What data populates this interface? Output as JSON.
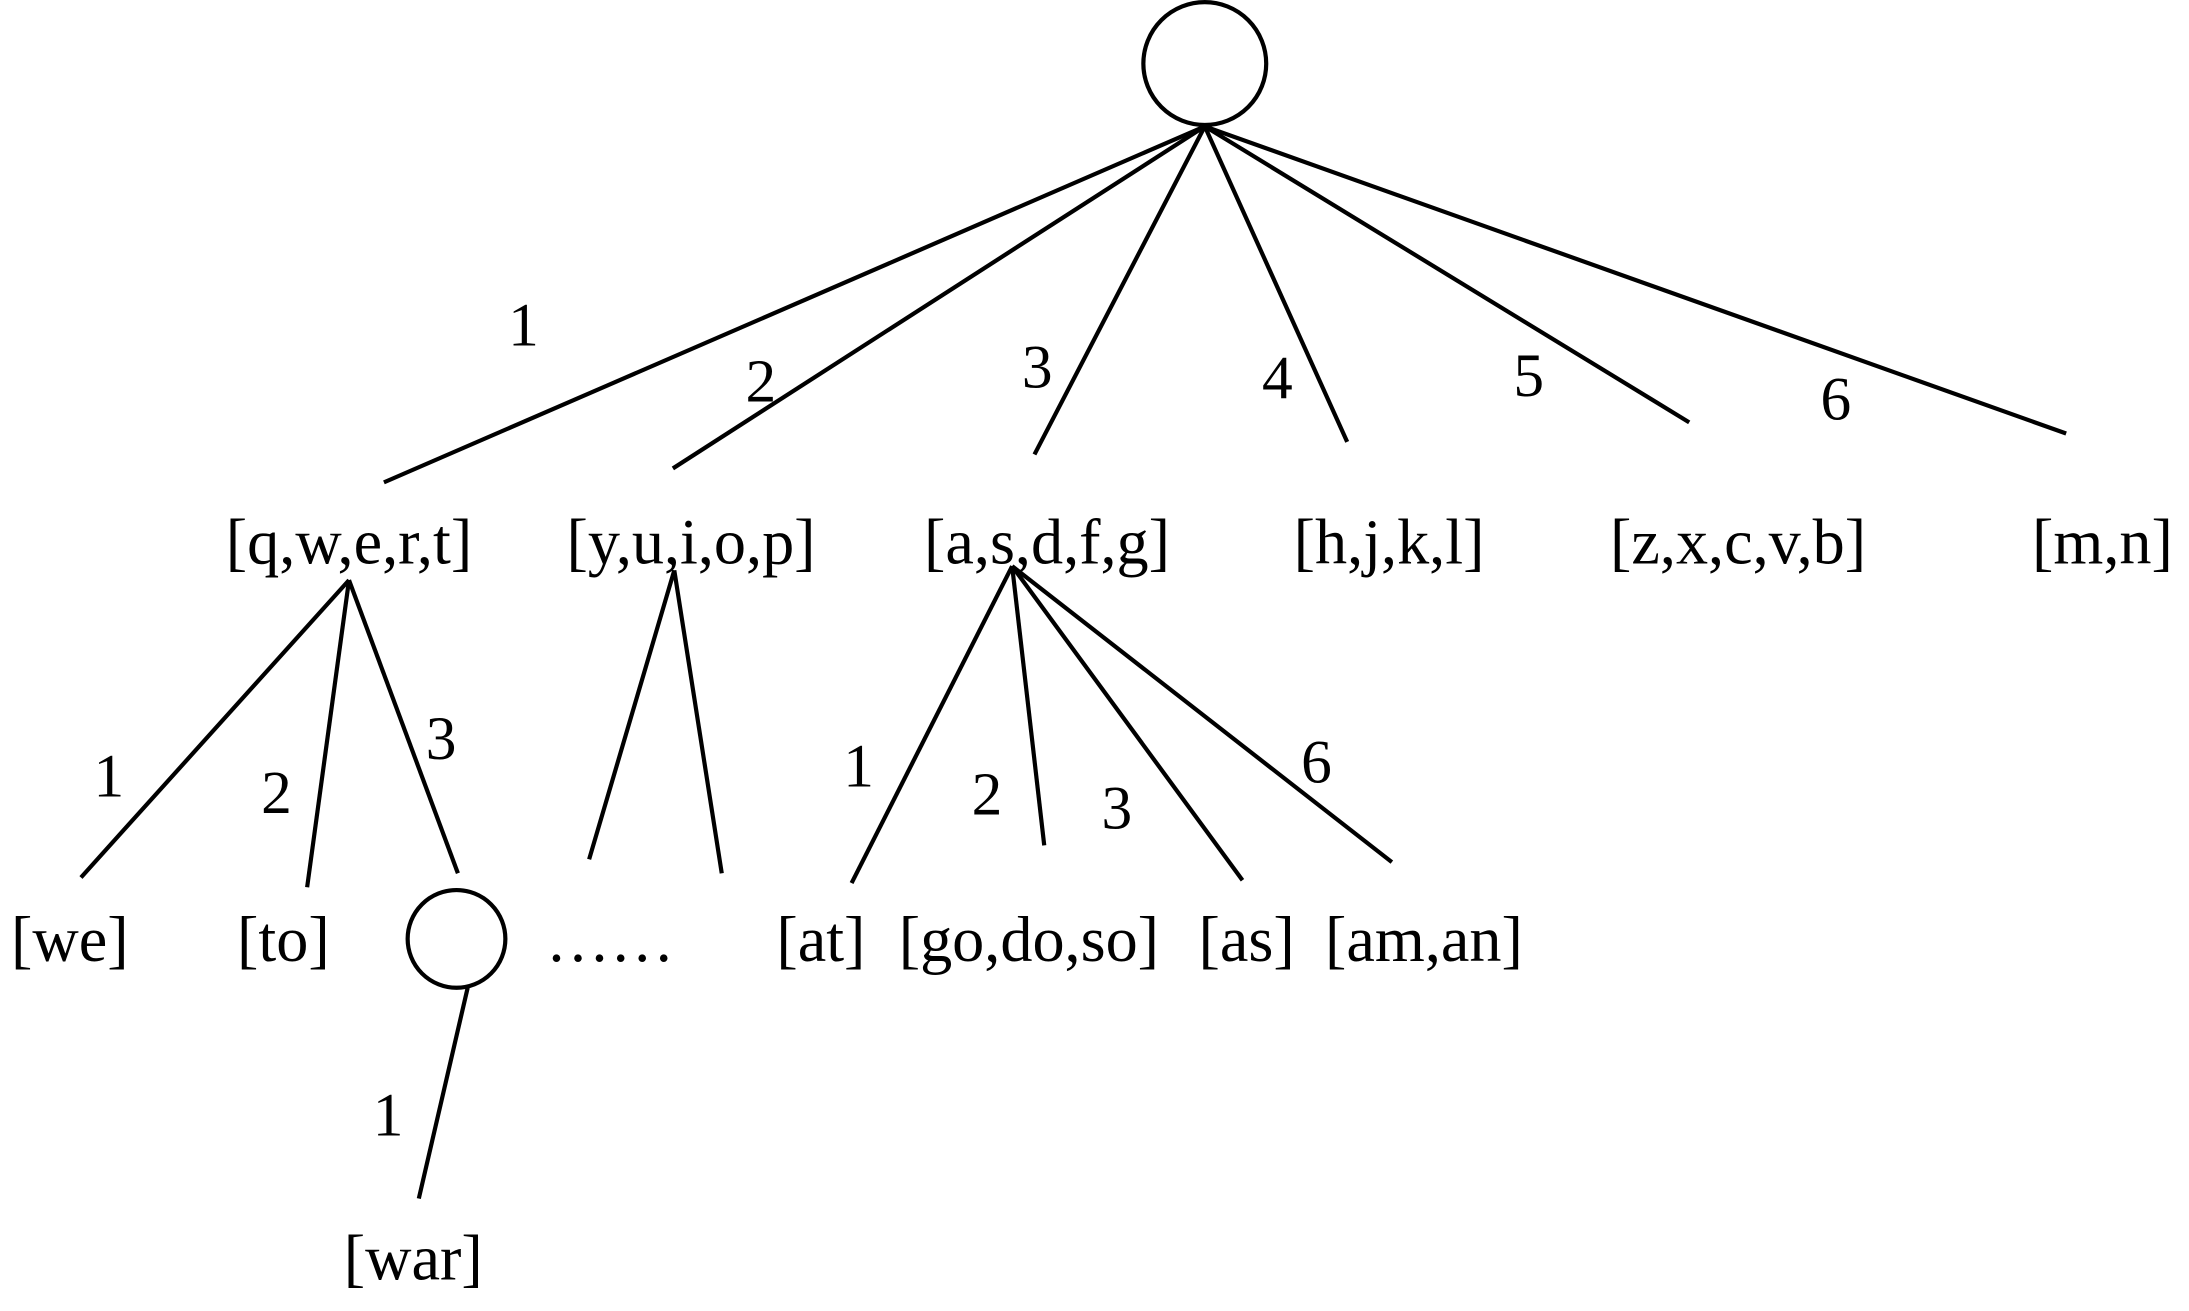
{
  "root": {
    "label": ""
  },
  "level1": [
    {
      "label": "[q,w,e,r,t]",
      "edge": "1"
    },
    {
      "label": "[y,u,i,o,p]",
      "edge": "2"
    },
    {
      "label": "[a,s,d,f,g]",
      "edge": "3"
    },
    {
      "label": "[h,j,k,l]",
      "edge": "4"
    },
    {
      "label": "[z,x,c,v,b]",
      "edge": "5"
    },
    {
      "label": "[m,n]",
      "edge": "6"
    }
  ],
  "qwert_children": [
    {
      "label": "[we]",
      "edge": "1"
    },
    {
      "label": "[to]",
      "edge": "2"
    },
    {
      "label": "",
      "edge": "3"
    }
  ],
  "ellipsis": "……",
  "asdfg_children": [
    {
      "label": "[at]",
      "edge": "1"
    },
    {
      "label": "[go,do,so]",
      "edge": "2"
    },
    {
      "label": "[as]",
      "edge": "3"
    },
    {
      "label": "[am,an]",
      "edge": "6"
    }
  ],
  "level3": {
    "label": "[war]",
    "edge": "1"
  }
}
